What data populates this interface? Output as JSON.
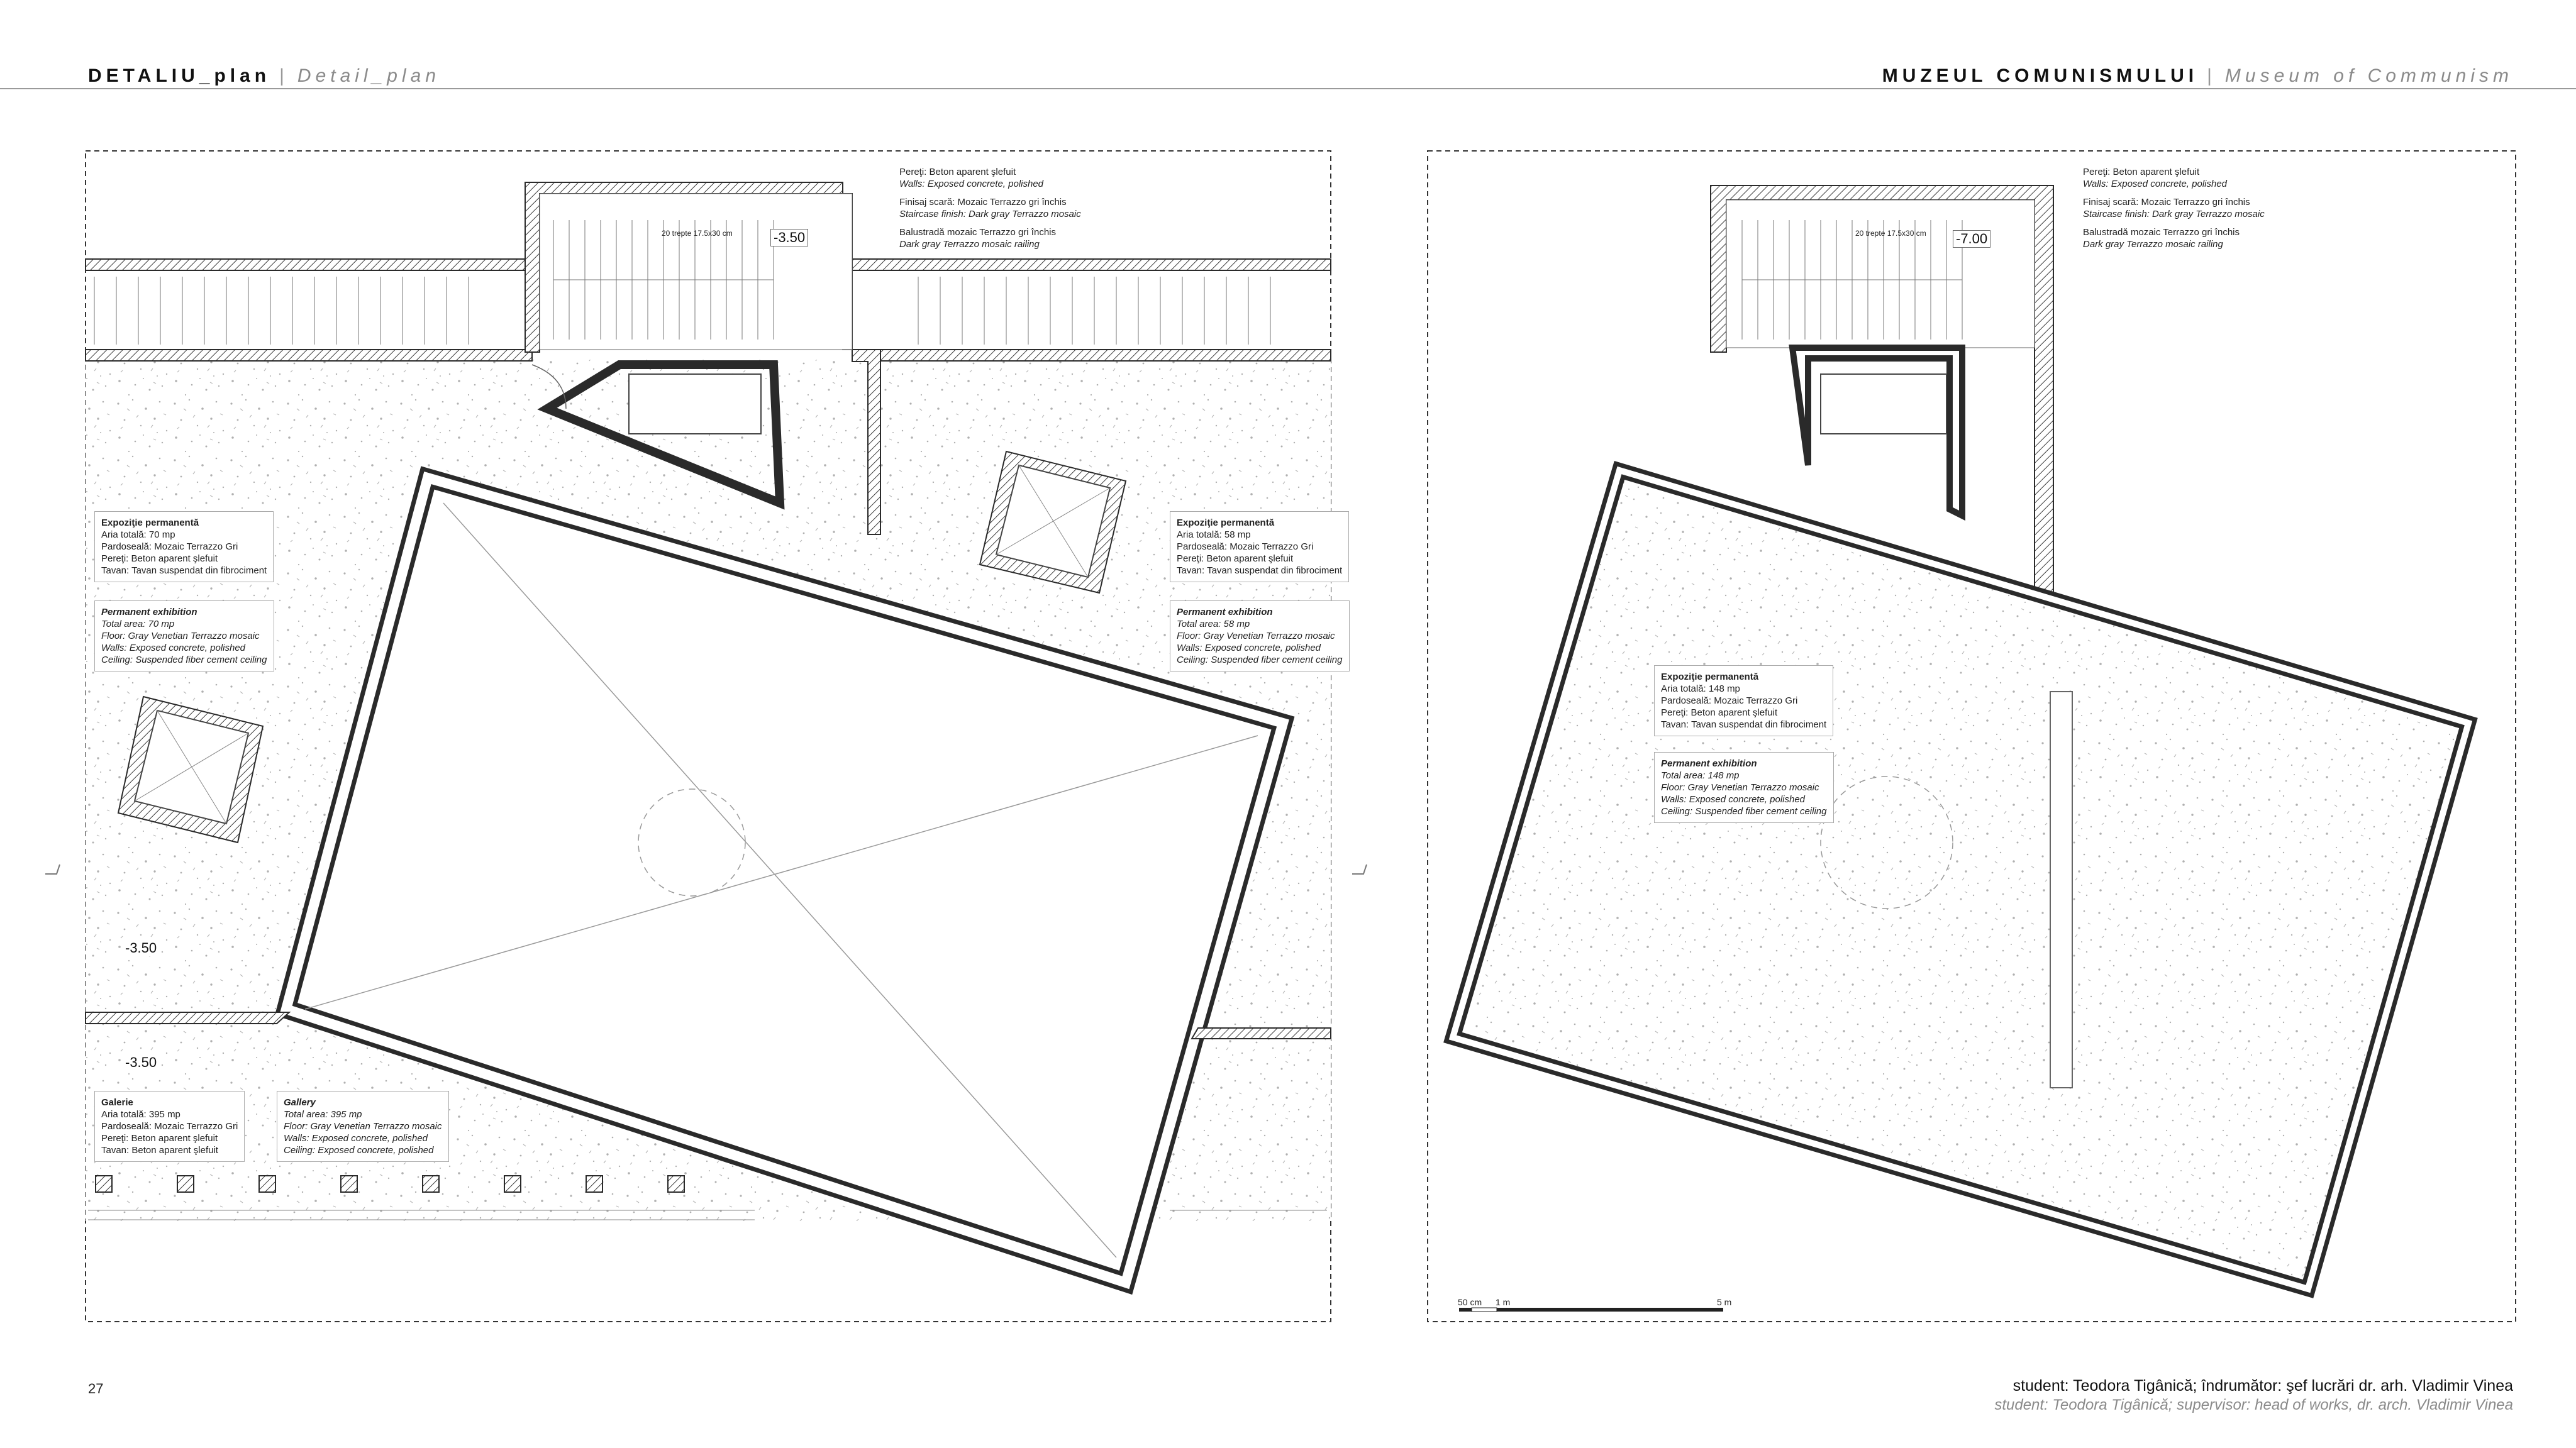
{
  "header": {
    "left_title": "DETALIU_plan",
    "left_subtitle": "Detail_plan",
    "right_title": "MUZEUL COMUNISMULUI",
    "right_subtitle": "Museum of Communism"
  },
  "footer": {
    "page_number": "27",
    "credit_ro": "student: Teodora Tigânică; îndrumător: şef lucrări dr. arh. Vladimir Vinea",
    "credit_en": "student: Teodora Tigânică; supervisor: head of works, dr. arch. Vladimir Vinea"
  },
  "left_plan": {
    "finish_notes": [
      "Pereţi: Beton aparent şlefuit",
      "Walls: Exposed concrete, polished",
      "Finisaj scară: Mozaic Terrazzo gri închis",
      "Staircase finish: Dark gray Terrazzo mosaic",
      "Balustradă mozaic Terrazzo gri închis",
      "Dark gray Terrazzo mosaic railing"
    ],
    "levels": [
      "-3.50",
      "-3.50",
      "-3.50"
    ],
    "stair_label": "20 trepte 17.5x30 cm",
    "rooms": [
      {
        "ro_title": "Expoziţie permanentă",
        "ro_lines": [
          "Aria totală: 70 mp",
          "Pardoseală: Mozaic Terrazzo Gri",
          "Pereţi: Beton aparent şlefuit",
          "Tavan: Tavan suspendat din fibrociment"
        ],
        "en_title": "Permanent exhibition",
        "en_lines": [
          "Total area: 70 mp",
          "Floor: Gray Venetian Terrazzo mosaic",
          "Walls: Exposed concrete, polished",
          "Ceiling: Suspended fiber cement ceiling"
        ]
      },
      {
        "ro_title": "Expoziţie permanentă",
        "ro_lines": [
          "Aria totală: 58 mp",
          "Pardoseală: Mozaic Terrazzo Gri",
          "Pereţi: Beton aparent şlefuit",
          "Tavan: Tavan suspendat din fibrociment"
        ],
        "en_title": "Permanent exhibition",
        "en_lines": [
          "Total area: 58 mp",
          "Floor: Gray Venetian Terrazzo mosaic",
          "Walls: Exposed concrete, polished",
          "Ceiling: Suspended fiber cement ceiling"
        ]
      },
      {
        "ro_title": "Galerie",
        "ro_lines": [
          "Aria totală: 395 mp",
          "Pardoseală: Mozaic Terrazzo Gri",
          "Pereţi: Beton aparent şlefuit",
          "Tavan: Beton aparent şlefuit"
        ],
        "en_title": "Gallery",
        "en_lines": [
          "Total area: 395 mp",
          "Floor: Gray Venetian Terrazzo mosaic",
          "Walls: Exposed concrete, polished",
          "Ceiling: Exposed concrete, polished"
        ]
      }
    ]
  },
  "right_plan": {
    "finish_notes": [
      "Pereţi: Beton aparent şlefuit",
      "Walls: Exposed concrete, polished",
      "Finisaj scară: Mozaic Terrazzo gri închis",
      "Staircase finish: Dark gray Terrazzo mosaic",
      "Balustradă mozaic Terrazzo gri închis",
      "Dark gray Terrazzo mosaic railing"
    ],
    "level": "-7.00",
    "stair_label": "20 trepte 17.5x30 cm",
    "room": {
      "ro_title": "Expoziţie permanentă",
      "ro_lines": [
        "Aria totală: 148 mp",
        "Pardoseală: Mozaic Terrazzo Gri",
        "Pereţi: Beton aparent şlefuit",
        "Tavan: Tavan suspendat din fibrociment"
      ],
      "en_title": "Permanent exhibition",
      "en_lines": [
        "Total area: 148 mp",
        "Floor: Gray Venetian Terrazzo mosaic",
        "Walls: Exposed concrete, polished",
        "Ceiling: Suspended fiber cement ceiling"
      ]
    },
    "scale": [
      "50 cm",
      "1 m",
      "5 m"
    ]
  },
  "colors": {
    "wall": "#2a2a2a",
    "hatch": "#555555",
    "terrazzo": "#b5b5b5",
    "frame": "#333333"
  }
}
